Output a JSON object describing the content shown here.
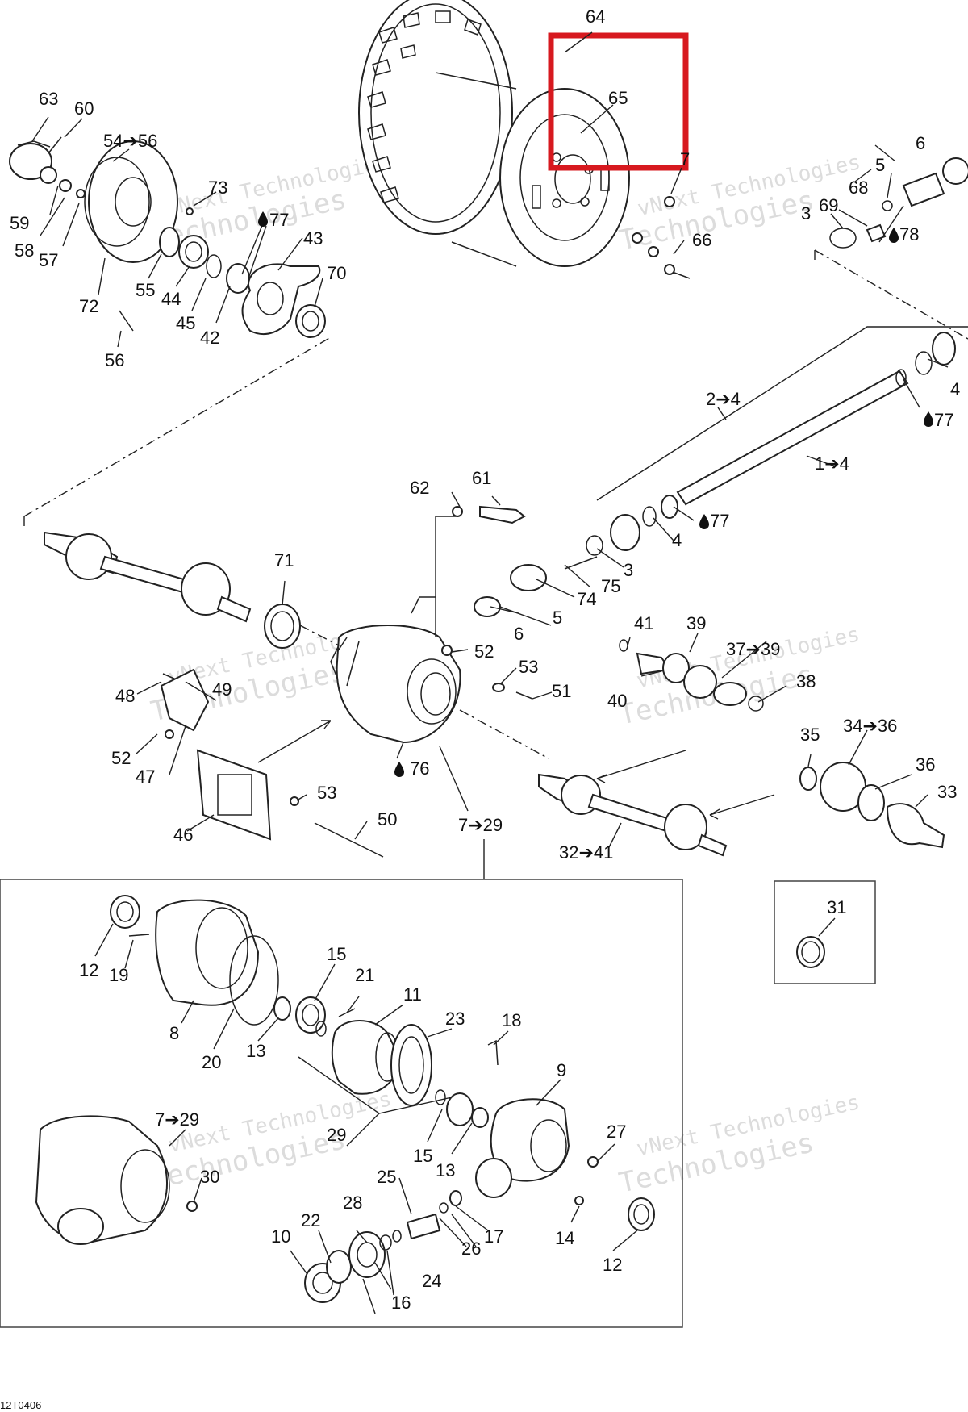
{
  "diagram": {
    "drawing_code": "12T0406",
    "watermark_text_1": "vNext Technologies",
    "watermark_text_2": "Technologies",
    "highlight_color": "#d7191f",
    "lubricant_icon": "oil-drop-icon",
    "callouts": {
      "c1": "1➔4",
      "c2": "2➔4",
      "c3a": "3",
      "c3b": "3",
      "c4a": "4",
      "c4b": "4",
      "c5a": "5",
      "c5b": "5",
      "c6a": "6",
      "c6b": "6",
      "c7": "7",
      "c7_29a": "7➔29",
      "c7_29b": "7➔29",
      "c8": "8",
      "c9": "9",
      "c10": "10",
      "c11": "11",
      "c12a": "12",
      "c12b": "12",
      "c13a": "13",
      "c13b": "13",
      "c14": "14",
      "c15a": "15",
      "c15b": "15",
      "c16": "16",
      "c17": "17",
      "c18": "18",
      "c19": "19",
      "c20": "20",
      "c21": "21",
      "c22": "22",
      "c23": "23",
      "c24": "24",
      "c25": "25",
      "c26": "26",
      "c27": "27",
      "c28": "28",
      "c29": "29",
      "c30": "30",
      "c31": "31",
      "c32_41": "32➔41",
      "c33": "33",
      "c34_36": "34➔36",
      "c35": "35",
      "c36": "36",
      "c37_39": "37➔39",
      "c38": "38",
      "c39": "39",
      "c40": "40",
      "c41": "41",
      "c42": "42",
      "c43": "43",
      "c44": "44",
      "c45": "45",
      "c46": "46",
      "c47": "47",
      "c48": "48",
      "c49": "49",
      "c50": "50",
      "c51": "51",
      "c52a": "52",
      "c52b": "52",
      "c53a": "53",
      "c53b": "53",
      "c54_56": "54➔56",
      "c55": "55",
      "c56": "56",
      "c57": "57",
      "c58": "58",
      "c59": "59",
      "c60": "60",
      "c61": "61",
      "c62": "62",
      "c63": "63",
      "c64": "64",
      "c65": "65",
      "c66": "66",
      "c68": "68",
      "c69": "69",
      "c70": "70",
      "c71": "71",
      "c72": "72",
      "c73": "73",
      "c74": "74",
      "c75": "75",
      "c76": "76",
      "c77a": "77",
      "c77b": "77",
      "c77c": "77",
      "c78": "78"
    }
  }
}
